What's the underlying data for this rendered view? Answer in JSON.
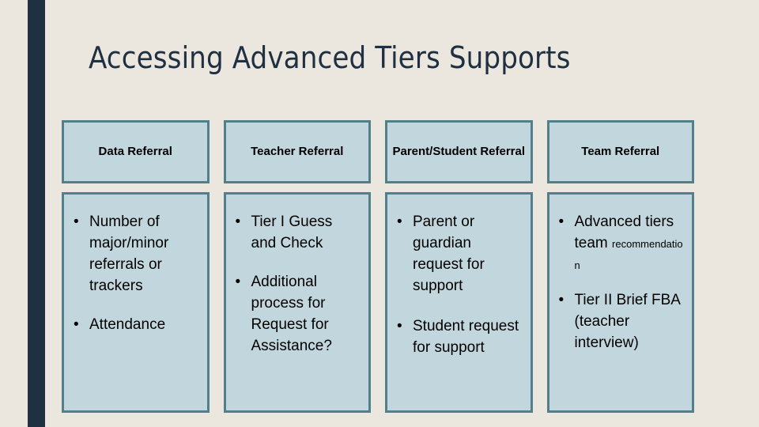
{
  "slide": {
    "title": "Accessing Advanced Tiers Supports",
    "background_color": "#ebe7de",
    "accent_bar_color": "#1e3142",
    "cell_fill_color": "#c2d7dd",
    "cell_border_color": "#52808a",
    "title_color": "#1f3042",
    "text_color": "#000000"
  },
  "table": {
    "headers": [
      {
        "label": "Data Referral"
      },
      {
        "label": "Teacher Referral"
      },
      {
        "label": "Parent/Student Referral"
      },
      {
        "label": "Team Referral"
      }
    ],
    "columns": [
      {
        "key": "data-referral",
        "bullets": [
          {
            "text": "Number of major/minor referrals or trackers",
            "small_suffix": ""
          },
          {
            "text": "Attendance",
            "small_suffix": ""
          }
        ]
      },
      {
        "key": "teacher-referral",
        "bullets": [
          {
            "text": "Tier I Guess and Check",
            "small_suffix": ""
          },
          {
            "text": "Additional process for Request for Assistance?",
            "small_suffix": ""
          }
        ]
      },
      {
        "key": "parent-student-referral",
        "bullets": [
          {
            "text": "Parent or guardian request for support",
            "small_suffix": ""
          },
          {
            "text": "Student request for support",
            "small_suffix": ""
          }
        ]
      },
      {
        "key": "team-referral",
        "bullets": [
          {
            "text": "Advanced tiers team ",
            "small_suffix": "recommendation"
          },
          {
            "text": "Tier II Brief FBA (teacher interview)",
            "small_suffix": ""
          }
        ]
      }
    ],
    "bullet_glyph": "•"
  }
}
